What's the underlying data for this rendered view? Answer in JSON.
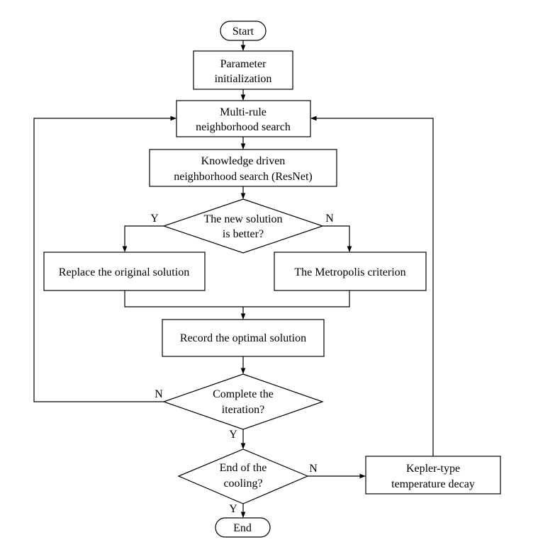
{
  "nodes": {
    "start": {
      "label": "Start"
    },
    "param_init": {
      "lines": [
        "Parameter",
        "initialization"
      ]
    },
    "multi_rule": {
      "lines": [
        "Multi-rule",
        "neighborhood search"
      ]
    },
    "knowledge": {
      "lines": [
        "Knowledge driven",
        "neighborhood search (ResNet)"
      ]
    },
    "new_better": {
      "lines": [
        "The new solution",
        "is better?"
      ]
    },
    "replace": {
      "label": "Replace the original solution"
    },
    "metropolis": {
      "label": "The Metropolis criterion"
    },
    "record": {
      "label": "Record the optimal solution"
    },
    "complete_iter": {
      "lines": [
        "Complete the",
        "iteration?"
      ]
    },
    "end_cooling": {
      "lines": [
        "End of the",
        "cooling?"
      ]
    },
    "kepler": {
      "lines": [
        "Kepler-type",
        "temperature decay"
      ]
    },
    "end": {
      "label": "End"
    }
  },
  "edge_labels": {
    "better_yes": "Y",
    "better_no": "N",
    "iter_no": "N",
    "iter_yes": "Y",
    "cooling_no": "N",
    "cooling_yes": "Y"
  }
}
